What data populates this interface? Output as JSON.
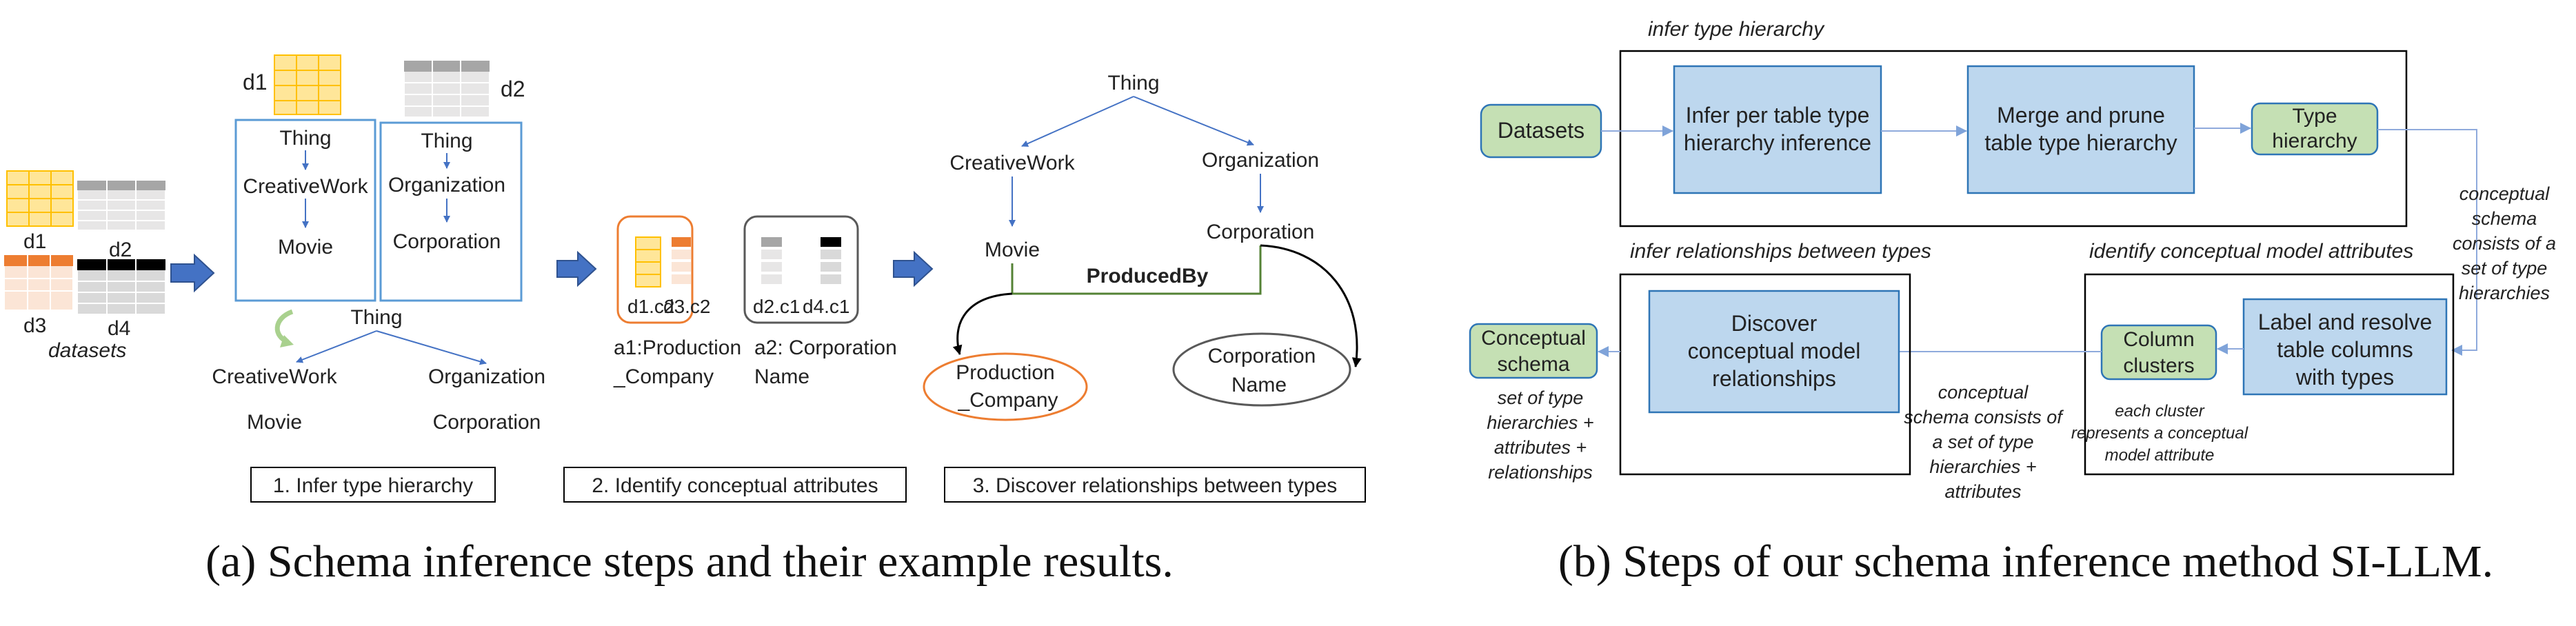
{
  "panel_a": {
    "datasets": {
      "d1": "d1",
      "d2": "d2",
      "d3": "d3",
      "d4": "d4",
      "label": "datasets"
    },
    "tree1": {
      "d1": "d1",
      "n1": "Thing",
      "n2": "CreativeWork",
      "n3": "Movie"
    },
    "tree2": {
      "d2": "d2",
      "n1": "Thing",
      "n2": "Organization",
      "n3": "Corporation"
    },
    "merged": {
      "root": "Thing",
      "left": "CreativeWork",
      "left_child": "Movie",
      "right": "Organization",
      "right_child": "Corporation"
    },
    "attr": {
      "c1": "d1.c2",
      "c2": "d3.c2",
      "c3": "d2.c1",
      "c4": "d4.c1",
      "a1_line1": "a1:Production",
      "a1_line2": "_Company",
      "a2_line1": "a2: Corporation",
      "a2_line2": "Name"
    },
    "rel": {
      "root": "Thing",
      "left": "CreativeWork",
      "right": "Organization",
      "movie": "Movie",
      "corp": "Corporation",
      "relation": "ProducedBy",
      "e1_line1": "Production",
      "e1_line2": "_Company",
      "e2_line1": "Corporation",
      "e2_line2": "Name"
    },
    "steps": [
      "1. Infer type hierarchy",
      "2. Identify conceptual attributes",
      "3. Discover relationships between types"
    ],
    "caption": "(a) Schema inference steps and their example results."
  },
  "panel_b": {
    "title_top": "infer type hierarchy",
    "datasets": "Datasets",
    "infer_line1": "Infer per table type",
    "infer_line2": "hierarchy inference",
    "merge_line1": "Merge and prune",
    "merge_line2": "table type hierarchy",
    "type_line1": "Type",
    "type_line2": "hierarchy",
    "side_note": [
      "conceptual",
      "schema",
      "consists of a",
      "set of type",
      "hierarchies"
    ],
    "title_rel": "infer relationships between types",
    "title_attr": "identify conceptual model attributes",
    "label_line1": "Label and resolve",
    "label_line2": "table columns",
    "label_line3": "with types",
    "clusters_line1": "Column",
    "clusters_line2": "clusters",
    "cluster_note": [
      "each cluster",
      "represents a conceptual",
      "model attribute"
    ],
    "middle_note": [
      "conceptual",
      "schema consists of",
      "a set of type",
      "hierarchies +",
      "attributes"
    ],
    "discover_line1": "Discover",
    "discover_line2": "conceptual model",
    "discover_line3": "relationships",
    "schema_line1": "Conceptual",
    "schema_line2": "schema",
    "schema_note": [
      "set of type",
      "hierarchies +",
      "attributes +",
      "relationships"
    ],
    "caption": "(b) Steps of our schema inference method SI-LLM."
  },
  "colors": {
    "box_blue": "#bdd7ee",
    "box_blue_stroke": "#2e75b6",
    "box_green": "#c5e0b4",
    "box_green_stroke": "#548235",
    "arrow_blue": "#4472c4",
    "orange": "#ed7d31",
    "gold": "#ffc000",
    "relation_green": "#548235"
  }
}
